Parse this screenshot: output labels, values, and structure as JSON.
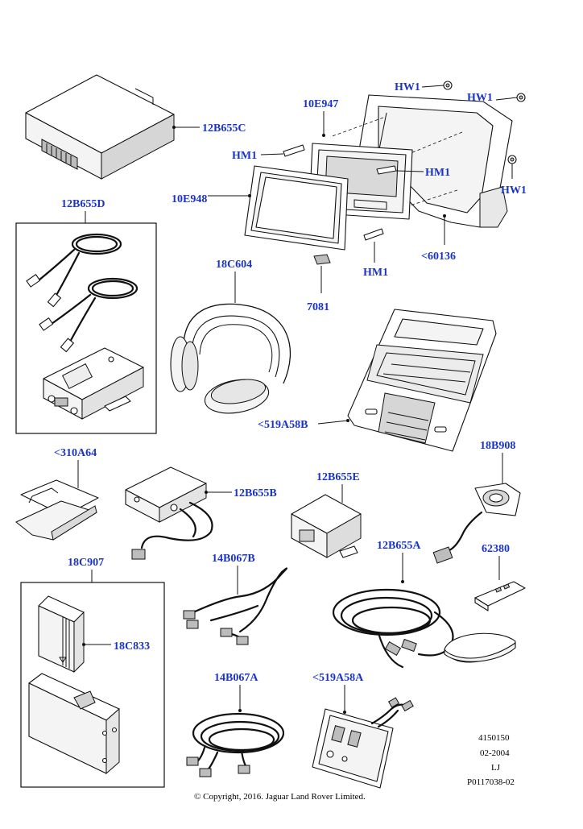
{
  "labels": {
    "ecu_top": "12B655C",
    "kit_box_top": "12B655D",
    "bezel_trim": "10E948",
    "screen_assy": "10E947",
    "hm1_a": "HM1",
    "hm1_b": "HM1",
    "hm1_c": "HM1",
    "hw1_a": "HW1",
    "hw1_b": "HW1",
    "hw1_c": "HW1",
    "housing": "<60136",
    "pad": "7081",
    "headphones": "18C604",
    "console": "<519A58B",
    "holder": "<310A64",
    "module_box": "12B655B",
    "ecu_small": "12B655E",
    "wiring_kit": "18B908",
    "harness_b": "14B067B",
    "harness_main": "12B655A",
    "remote": "62380",
    "cartridge_box": "18C907",
    "cartridge": "18C833",
    "harness_a": "14B067A",
    "socket_panel": "<519A58A"
  },
  "footer": {
    "ref": "4150150",
    "date": "02-2004",
    "initials": "LJ",
    "code": "P0117038-02",
    "copyright": "© Copyright, 2016. Jaguar Land Rover Limited."
  }
}
